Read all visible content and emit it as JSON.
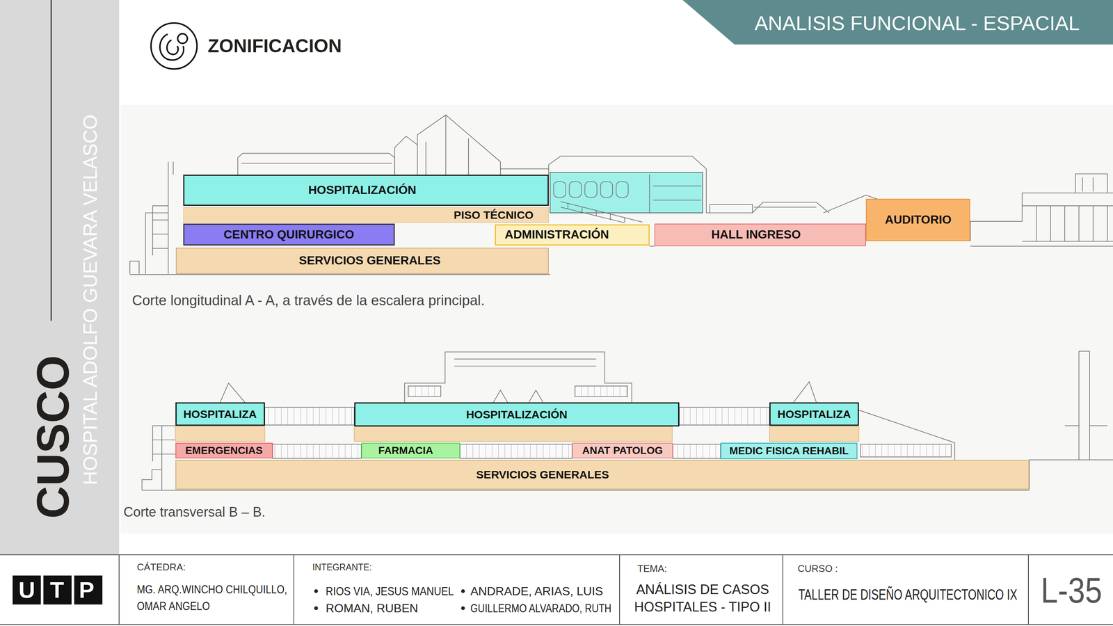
{
  "diagram": {
    "title": "ZONIFICACION",
    "nodes": [
      {
        "text": [
          "HOSPITALIZACIÓN"
        ]
      },
      {
        "text": [
          "PISO TÉCNICO"
        ]
      },
      {
        "text": [
          "CENTRO QUIRURGICO"
        ]
      },
      {
        "text": [
          "ADMINISTRACIÓN"
        ]
      },
      {
        "text": [
          "HALL INGRESO"
        ]
      },
      {
        "text": [
          "AUDITORIO"
        ]
      },
      {
        "text": [
          "SERVICIOS GENERALES"
        ]
      },
      {
        "text": [
          "HOSPITALIZA"
        ]
      },
      {
        "text": [
          "HOSPITALIZACIÓN"
        ]
      },
      {
        "text": [
          "HOSPITALIZA"
        ]
      },
      {
        "text": [
          "EMERGENCIAS"
        ]
      },
      {
        "text": [
          "FARMACIA"
        ]
      },
      {
        "text": [
          "ANAT PATOLOG"
        ]
      },
      {
        "text": [
          "MEDIC FISICA REHABIL"
        ]
      },
      {
        "text": [
          "SERVICIOS GENERALES"
        ]
      }
    ],
    "labels": [
      "ANALISIS FUNCIONAL - ESPACIAL",
      "CUSCO",
      "HOSPITAL ADOLFO GUEVARA VELASCO",
      "Corte longitudinal A - A, a través de la escalera principal.",
      "Corte transversal B – B.",
      "UTP",
      "CÁTEDRA:",
      "MG. ARQ.WINCHO CHILQUILLO, OMAR ANGELO",
      "INTEGRANTE:",
      "RIOS VIA, JESUS MANUEL",
      "ROMAN, RUBEN",
      "ANDRADE, ARIAS, LUIS",
      "GUILLERMO ALVARADO, RUTH",
      "TEMA:",
      "ANÁLISIS DE CASOS HOSPITALES - TIPO II",
      "CURSO :",
      "TALLER DE DISEÑO ARQUITECTONICO IX",
      "L-35"
    ]
  }
}
